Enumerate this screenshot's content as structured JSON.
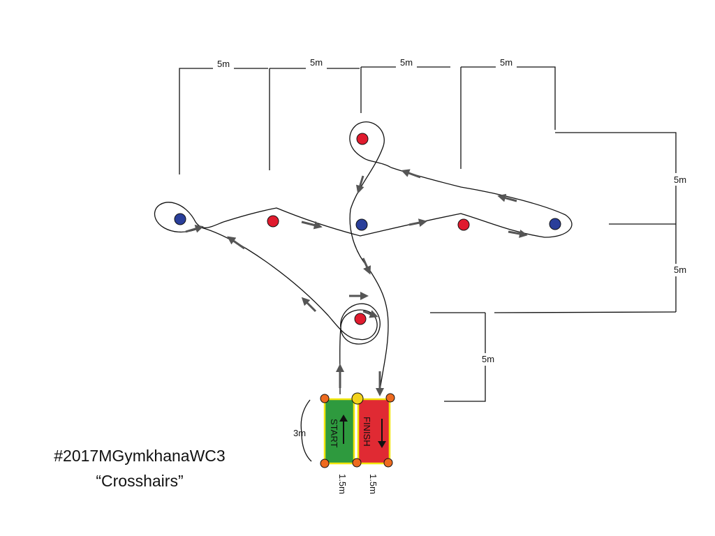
{
  "dimensions": {
    "top_1": "5m",
    "top_2": "5m",
    "top_3": "5m",
    "top_4": "5m",
    "right_1": "5m",
    "right_2": "5m",
    "lower": "5m",
    "box_height": "3m",
    "start_width": "1.5m",
    "finish_width": "1.5m"
  },
  "boxes": {
    "start_label": "START",
    "finish_label": "FINISH",
    "start_color": "#2e9a3e",
    "finish_color": "#e02a33",
    "border_color": "#f2e60c"
  },
  "cones": {
    "red_color": "#e01b2e",
    "blue_color": "#2a3f9a",
    "corner_color": "#ee6a1f",
    "center_marker_color": "#f2d21c"
  },
  "caption": {
    "title": "#2017MGymkhanaWC3",
    "subtitle": "“Crosshairs”"
  }
}
